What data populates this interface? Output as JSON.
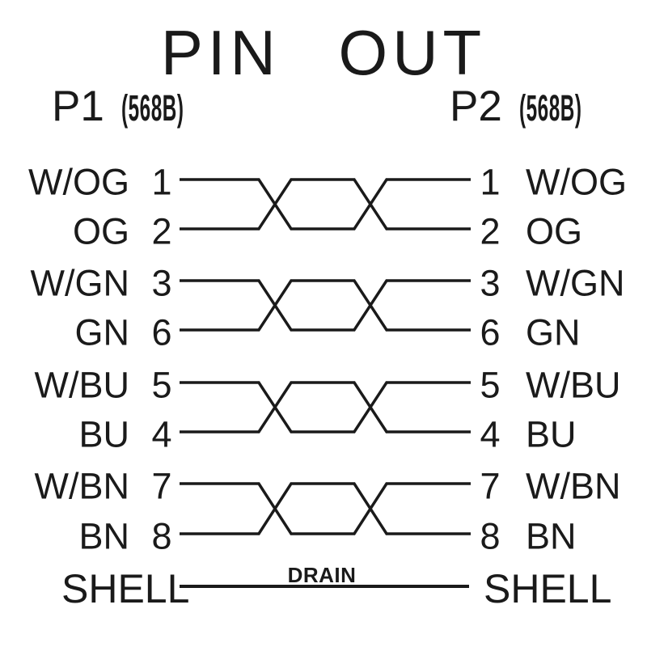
{
  "title": "PIN OUT",
  "connectors": {
    "left": {
      "name": "P1",
      "standard": "(568B)"
    },
    "right": {
      "name": "P2",
      "standard": "(568B)"
    }
  },
  "pairs": [
    {
      "top": {
        "left_label": "W/OG",
        "left_pin": "1",
        "right_pin": "1",
        "right_label": "W/OG"
      },
      "bottom": {
        "left_label": "OG",
        "left_pin": "2",
        "right_pin": "2",
        "right_label": "OG"
      }
    },
    {
      "top": {
        "left_label": "W/GN",
        "left_pin": "3",
        "right_pin": "3",
        "right_label": "W/GN"
      },
      "bottom": {
        "left_label": "GN",
        "left_pin": "6",
        "right_pin": "6",
        "right_label": "GN"
      }
    },
    {
      "top": {
        "left_label": "W/BU",
        "left_pin": "5",
        "right_pin": "5",
        "right_label": "W/BU"
      },
      "bottom": {
        "left_label": "BU",
        "left_pin": "4",
        "right_pin": "4",
        "right_label": "BU"
      }
    },
    {
      "top": {
        "left_label": "W/BN",
        "left_pin": "7",
        "right_pin": "7",
        "right_label": "W/BN"
      },
      "bottom": {
        "left_label": "BN",
        "left_pin": "8",
        "right_pin": "8",
        "right_label": "BN"
      }
    }
  ],
  "shell": {
    "left_label": "SHELL",
    "drain_label": "DRAIN",
    "right_label": "SHELL"
  },
  "colors": {
    "ink": "#1a1a1a",
    "background": "#ffffff"
  }
}
